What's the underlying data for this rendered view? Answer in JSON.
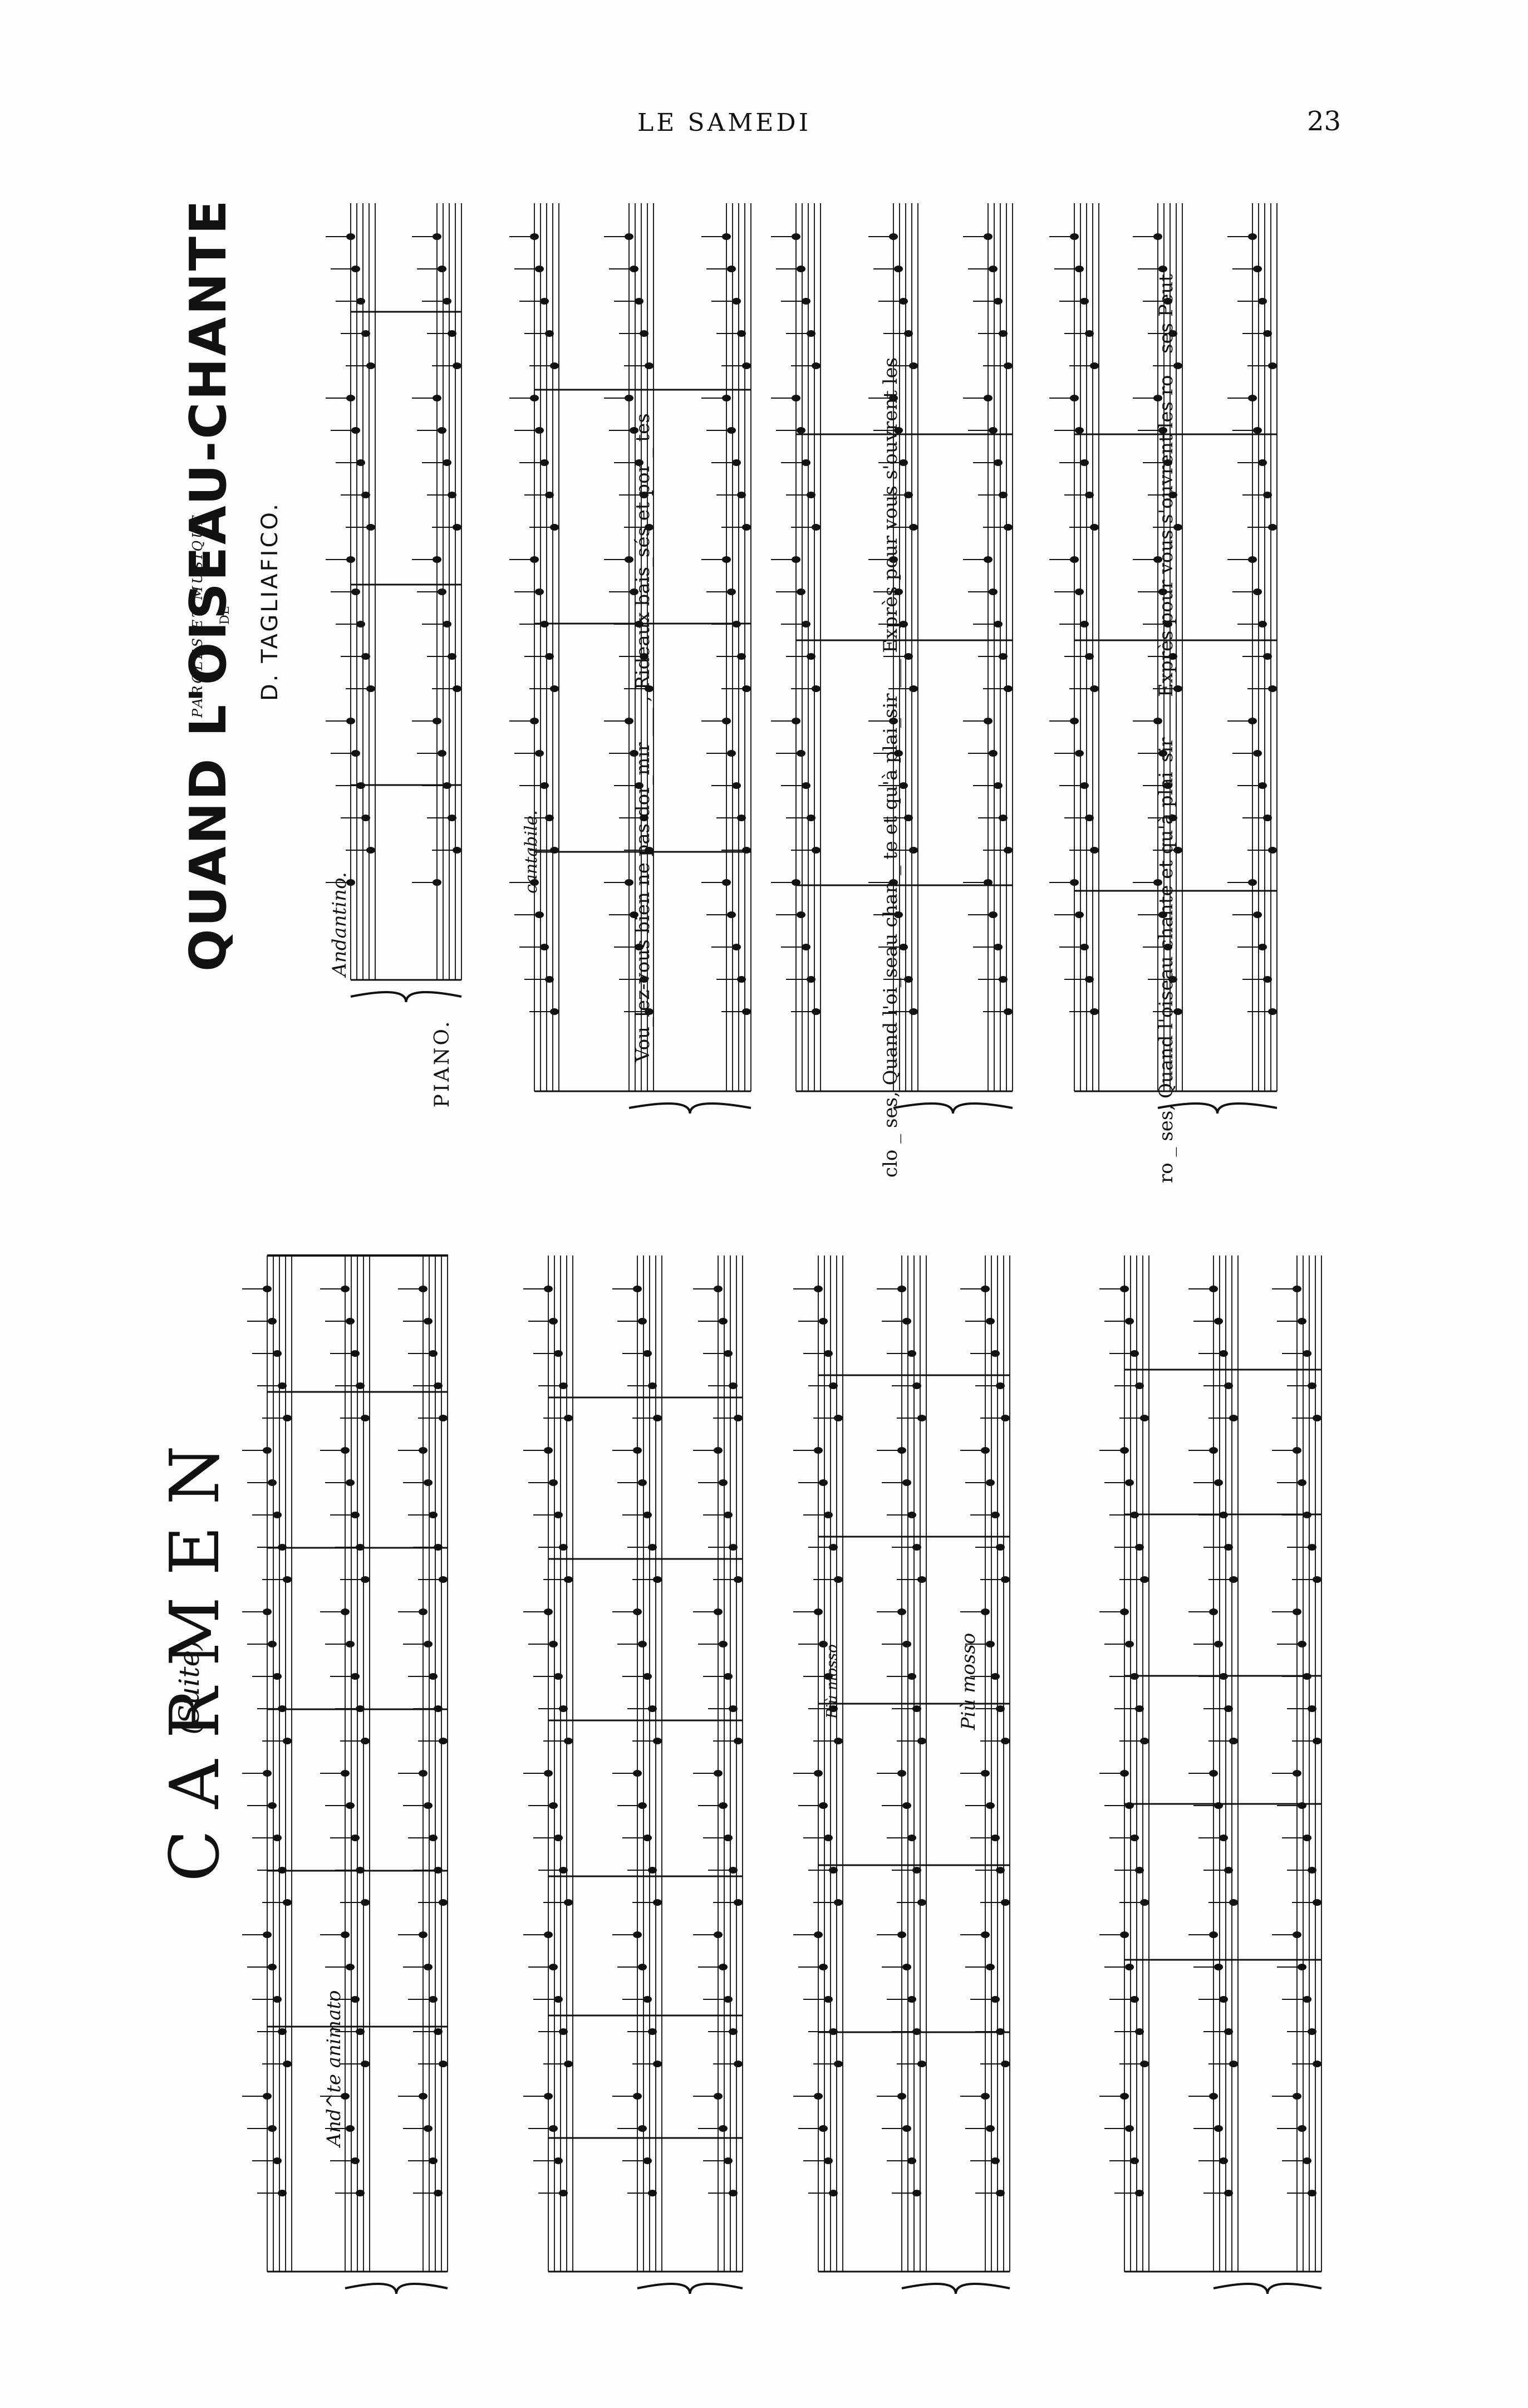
{
  "header": {
    "running_title": "LE SAMEDI",
    "page_number": "23"
  },
  "carmen": {
    "title": "CARMEN",
    "subtitle": "(Suite)",
    "tempo_start": "And^te animato",
    "tempo_change": "Più mosso"
  },
  "song": {
    "title": "QUAND L'OISEAU-CHANTE",
    "credit_line": "PAROLES ET MUSIQUE",
    "credit_de": "DE",
    "composer": "D. TAGLIAFICO.",
    "tempo": "Andantino.",
    "instrument": "PIANO.",
    "expression": "cantabile.",
    "lyrics": [
      "Vou_lez-vous bien ne pas dor_mir ___ , Rideaux bais_sés et por _ tes",
      "clo _ ses, Quand l'oi_seau chan _ te et qu'à plai_sir ___ Exprès pour vous s'ouvrent les",
      "ro _ ses, Quand l'oiseau chante et qu'à plai_sir ___ Exprès pour vous s'ouvrent les ro _ ses Peut"
    ]
  }
}
